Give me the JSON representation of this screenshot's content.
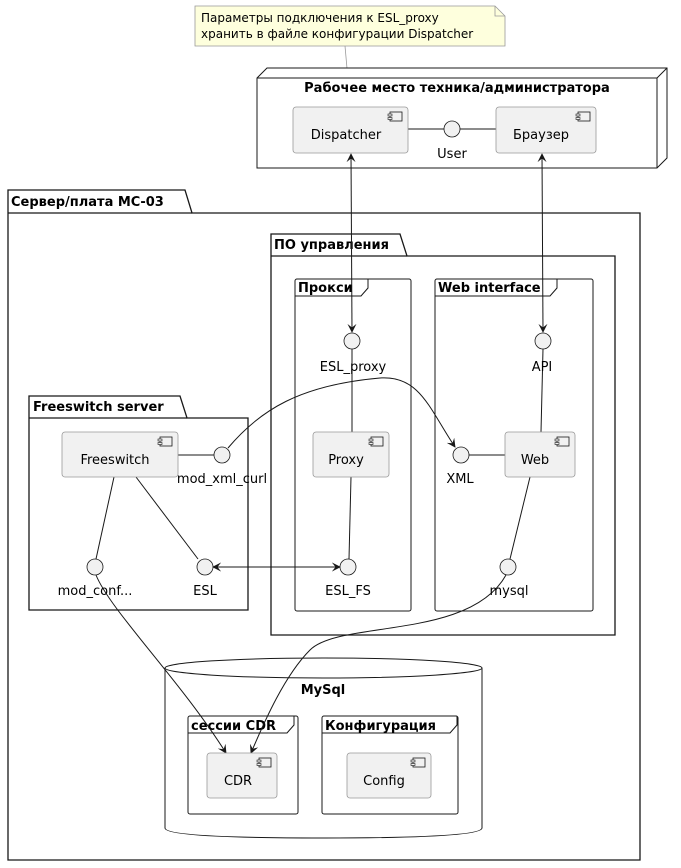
{
  "note": {
    "line1": "Параметры подключения к ESL_proxy",
    "line2": "хранить в файле конфигурации Dispatcher"
  },
  "containers": {
    "workstation": "Рабочее место техника/администратора",
    "server": "Сервер/плата МС-03",
    "management_sw": "ПО управления",
    "proxy_frame": "Прокси",
    "web_frame": "Web interface",
    "freeswitch_server": "Freeswitch server",
    "mysql_db": "MySql",
    "cdr_sessions": "сессии CDR",
    "configuration": "Конфигурация"
  },
  "components": {
    "dispatcher": "Dispatcher",
    "browser": "Браузер",
    "proxy": "Proxy",
    "web": "Web",
    "freeswitch": "Freeswitch",
    "cdr": "CDR",
    "config": "Config"
  },
  "interfaces": {
    "user": "User",
    "esl_proxy": "ESL_proxy",
    "esl_fs": "ESL_FS",
    "api": "API",
    "xml": "XML",
    "mysql": "mysql",
    "mod_xml_curl": "mod_xml_curl",
    "mod_conf": "mod_conf...",
    "esl": "ESL"
  },
  "colors": {
    "component_fill": "#F1F1F1",
    "component_stroke": "#999999",
    "note_fill": "#FEFFDD",
    "line": "#181818"
  }
}
